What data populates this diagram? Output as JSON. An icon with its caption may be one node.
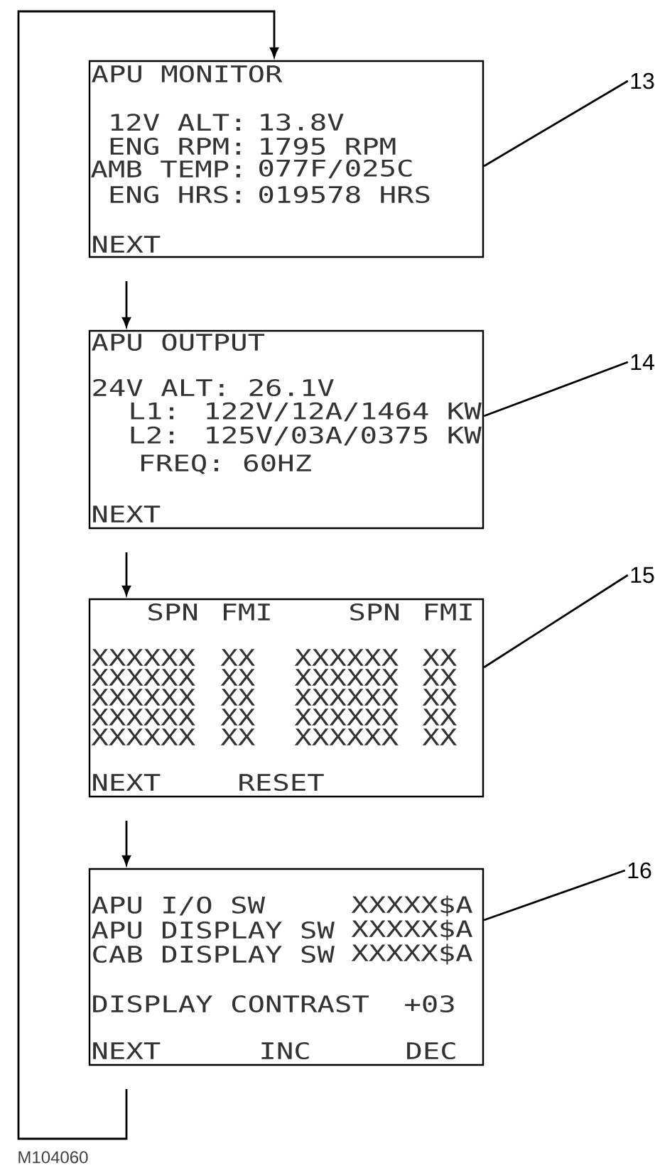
{
  "diagram": {
    "nodes": [
      {
        "text": [
          "APU MONITOR",
          "12V ALT:",
          "13.8V",
          "ENG RPM:",
          "1795 RPM",
          "AMB TEMP:",
          "077F/025C",
          "ENG HRS:",
          "019578 HRS",
          "NEXT"
        ]
      },
      {
        "text": [
          "APU OUTPUT",
          "24V ALT: 26.1V",
          "L1: 122V/12A/1464 KW",
          "L2: 125V/03A/0375 KW",
          "FREQ: 60HZ",
          "NEXT"
        ]
      },
      {
        "text": [
          "SPN",
          "FMI",
          "SPN",
          "FMI",
          "XXXXXX",
          "XX",
          "XXXXXX",
          "XX",
          "XXXXXX",
          "XX",
          "XXXXXX",
          "XX",
          "XXXXXX",
          "XX",
          "XXXXXX",
          "XX",
          "XXXXXX",
          "XX",
          "XXXXXX",
          "XX",
          "XXXXXX",
          "XX",
          "XXXXXX",
          "XX",
          "NEXT",
          "RESET"
        ]
      },
      {
        "text": [
          "APU I/O SW",
          "XXXXX$A",
          "APU DISPLAY SW",
          "XXXXX$A",
          "CAB DISPLAY SW",
          "XXXXX$A",
          "DISPLAY CONTRAST",
          "+03",
          "NEXT",
          "INC",
          "DEC"
        ]
      },
      {
        "text": [
          "13"
        ]
      },
      {
        "text": [
          "14"
        ]
      },
      {
        "text": [
          "15"
        ]
      },
      {
        "text": [
          "16"
        ]
      }
    ],
    "edges": [
      {
        "from": 0,
        "to": 1,
        "arrow": "to"
      },
      {
        "from": 1,
        "to": 2,
        "arrow": "to"
      },
      {
        "from": 2,
        "to": 3,
        "arrow": "to"
      },
      {
        "from": 3,
        "to": 0,
        "arrow": "to"
      },
      {
        "from": 4,
        "to": 0,
        "arrow": "none"
      },
      {
        "from": 5,
        "to": 1,
        "arrow": "none"
      },
      {
        "from": 6,
        "to": 2,
        "arrow": "none"
      },
      {
        "from": 7,
        "to": 3,
        "arrow": "none"
      }
    ],
    "labels": [
      "M104060"
    ]
  }
}
